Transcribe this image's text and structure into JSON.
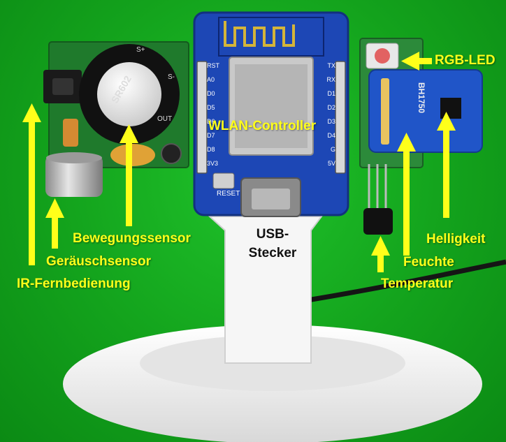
{
  "labels": {
    "rgb_led": "RGB-LED",
    "wlan_controller": "WLAN-Controller",
    "bewegungssensor": "Bewegungssensor",
    "geraeuschsensor": "Geräuschsensor",
    "ir_fernbedienung": "IR-Fernbedienung",
    "usb_line1": "USB-",
    "usb_line2": "Stecker",
    "helligkeit": "Helligkeit",
    "feuchte": "Feuchte",
    "temperatur": "Temperatur"
  },
  "board_text": {
    "pir_model": "SR602",
    "pir_pin_plus": "S+",
    "pir_pin_minus": "S-",
    "pir_pin_out": "OUT",
    "light_sensor_model": "BH1750",
    "reset_label": "RESET",
    "pins_left": [
      "RST",
      "A0",
      "D0",
      "D5",
      "D6",
      "D7",
      "D8",
      "3V3"
    ],
    "pins_right": [
      "TX",
      "RX",
      "D1",
      "D2",
      "D3",
      "D4",
      "G",
      "5V"
    ]
  },
  "colors": {
    "annotation": "#ffff1a",
    "background": "#12a81c",
    "pcb_green": "#1f7a2c",
    "wemos_blue": "#1d47b5",
    "stand": "#f2f2f2"
  }
}
